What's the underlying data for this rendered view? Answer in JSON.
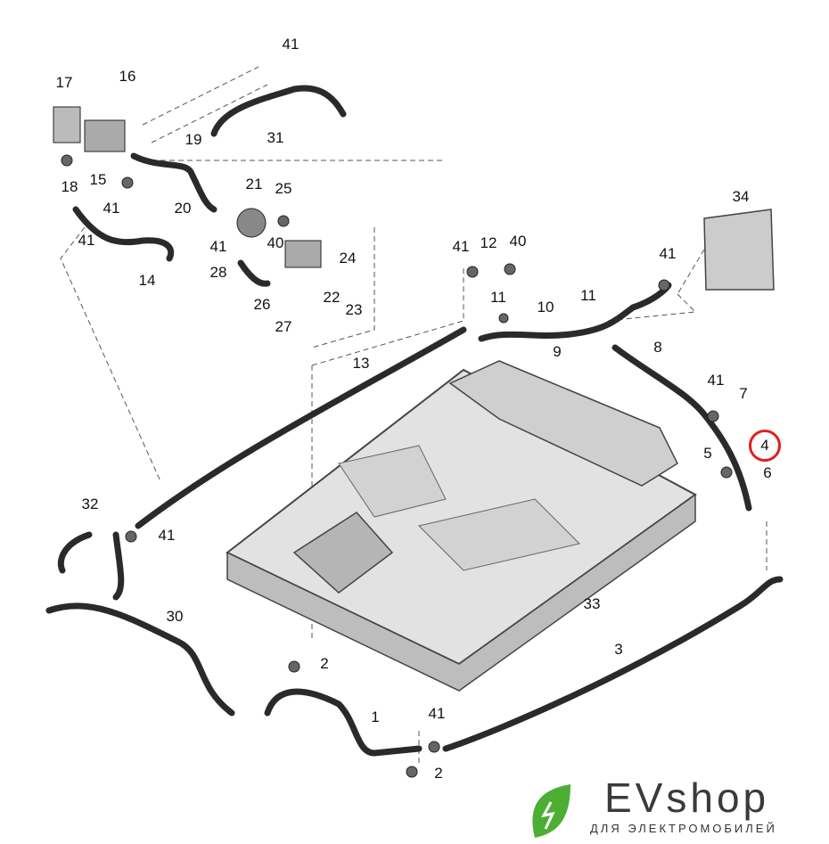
{
  "labels": [
    {
      "id": "41a",
      "text": "41"
    },
    {
      "id": "17",
      "text": "17"
    },
    {
      "id": "16",
      "text": "16"
    },
    {
      "id": "19",
      "text": "19"
    },
    {
      "id": "31",
      "text": "31"
    },
    {
      "id": "18",
      "text": "18"
    },
    {
      "id": "15",
      "text": "15"
    },
    {
      "id": "41b",
      "text": "41"
    },
    {
      "id": "20",
      "text": "20"
    },
    {
      "id": "21",
      "text": "21"
    },
    {
      "id": "25",
      "text": "25"
    },
    {
      "id": "41c",
      "text": "41"
    },
    {
      "id": "14",
      "text": "14"
    },
    {
      "id": "41d",
      "text": "41"
    },
    {
      "id": "40a",
      "text": "40"
    },
    {
      "id": "24",
      "text": "24"
    },
    {
      "id": "28",
      "text": "28"
    },
    {
      "id": "22",
      "text": "22"
    },
    {
      "id": "23",
      "text": "23"
    },
    {
      "id": "26",
      "text": "26"
    },
    {
      "id": "27",
      "text": "27"
    },
    {
      "id": "41e",
      "text": "41"
    },
    {
      "id": "12",
      "text": "12"
    },
    {
      "id": "40b",
      "text": "40"
    },
    {
      "id": "34",
      "text": "34"
    },
    {
      "id": "41f",
      "text": "41"
    },
    {
      "id": "11a",
      "text": "11"
    },
    {
      "id": "10",
      "text": "10"
    },
    {
      "id": "11b",
      "text": "11"
    },
    {
      "id": "9",
      "text": "9"
    },
    {
      "id": "8",
      "text": "8"
    },
    {
      "id": "13",
      "text": "13"
    },
    {
      "id": "41g",
      "text": "41"
    },
    {
      "id": "7",
      "text": "7"
    },
    {
      "id": "4",
      "text": "4",
      "highlighted": true
    },
    {
      "id": "5",
      "text": "5"
    },
    {
      "id": "6",
      "text": "6"
    },
    {
      "id": "32",
      "text": "32"
    },
    {
      "id": "41h",
      "text": "41"
    },
    {
      "id": "33",
      "text": "33"
    },
    {
      "id": "30",
      "text": "30"
    },
    {
      "id": "3",
      "text": "3"
    },
    {
      "id": "2a",
      "text": "2"
    },
    {
      "id": "1",
      "text": "1"
    },
    {
      "id": "41i",
      "text": "41"
    },
    {
      "id": "2b",
      "text": "2"
    }
  ],
  "logo": {
    "brand": "EVshop",
    "tagline": "ДЛЯ ЭЛЕКТРОМОБИЛЕЙ",
    "color": "#4caf34"
  },
  "colors": {
    "highlight": "#e0201b",
    "hose": "#2a2a2a",
    "pack": "#d9d9d9"
  }
}
